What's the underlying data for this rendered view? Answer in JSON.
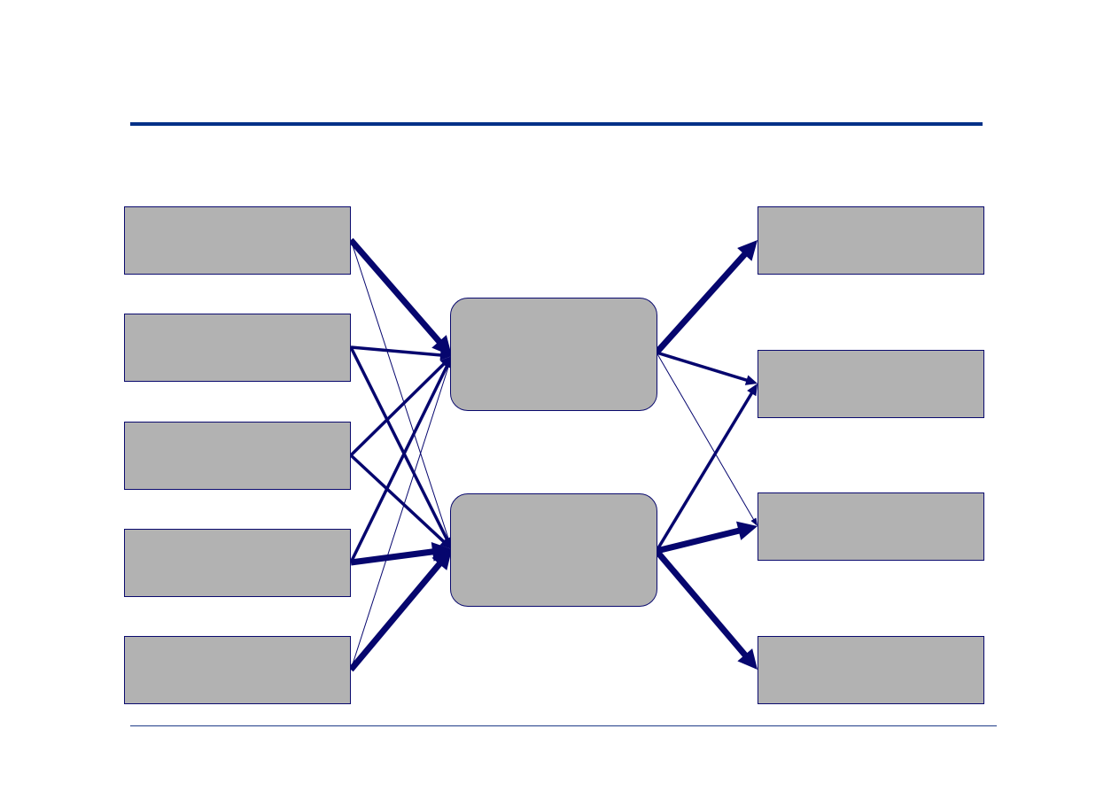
{
  "colors": {
    "arrow": "#06066e",
    "box_fill": "#b2b2b2",
    "box_border": "#0a0a6e",
    "rule_top": "#003087",
    "rule_bottom": "#1f3c88"
  },
  "diagram": {
    "sources": [
      {
        "id": "s1",
        "label": ""
      },
      {
        "id": "s2",
        "label": ""
      },
      {
        "id": "s3",
        "label": ""
      },
      {
        "id": "s4",
        "label": ""
      },
      {
        "id": "s5",
        "label": ""
      }
    ],
    "hubs": [
      {
        "id": "h1",
        "label": ""
      },
      {
        "id": "h2",
        "label": ""
      }
    ],
    "destinations": [
      {
        "id": "d1",
        "label": ""
      },
      {
        "id": "d2",
        "label": ""
      },
      {
        "id": "d3",
        "label": ""
      },
      {
        "id": "d4",
        "label": ""
      }
    ],
    "connections": [
      {
        "from": "s1",
        "to": "h1",
        "weight": "heavy"
      },
      {
        "from": "s1",
        "to": "h2",
        "weight": "thin"
      },
      {
        "from": "s2",
        "to": "h1",
        "weight": "medium"
      },
      {
        "from": "s2",
        "to": "h2",
        "weight": "medium"
      },
      {
        "from": "s3",
        "to": "h1",
        "weight": "medium"
      },
      {
        "from": "s3",
        "to": "h2",
        "weight": "medium"
      },
      {
        "from": "s4",
        "to": "h1",
        "weight": "medium"
      },
      {
        "from": "s4",
        "to": "h2",
        "weight": "heavy"
      },
      {
        "from": "s5",
        "to": "h1",
        "weight": "thin"
      },
      {
        "from": "s5",
        "to": "h2",
        "weight": "heavy"
      },
      {
        "from": "h1",
        "to": "d1",
        "weight": "heavy"
      },
      {
        "from": "h1",
        "to": "d2",
        "weight": "medium"
      },
      {
        "from": "h1",
        "to": "d3",
        "weight": "thin"
      },
      {
        "from": "h2",
        "to": "d2",
        "weight": "medium"
      },
      {
        "from": "h2",
        "to": "d3",
        "weight": "heavy"
      },
      {
        "from": "h2",
        "to": "d4",
        "weight": "heavy"
      }
    ]
  }
}
